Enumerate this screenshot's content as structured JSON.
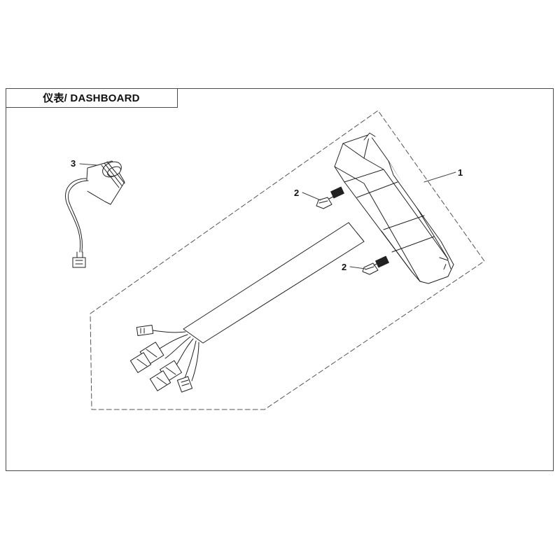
{
  "title": "仪表/ DASHBOARD",
  "callouts": {
    "part_1": "1",
    "part_2_upper": "2",
    "part_2_lower": "2",
    "part_3": "3"
  }
}
